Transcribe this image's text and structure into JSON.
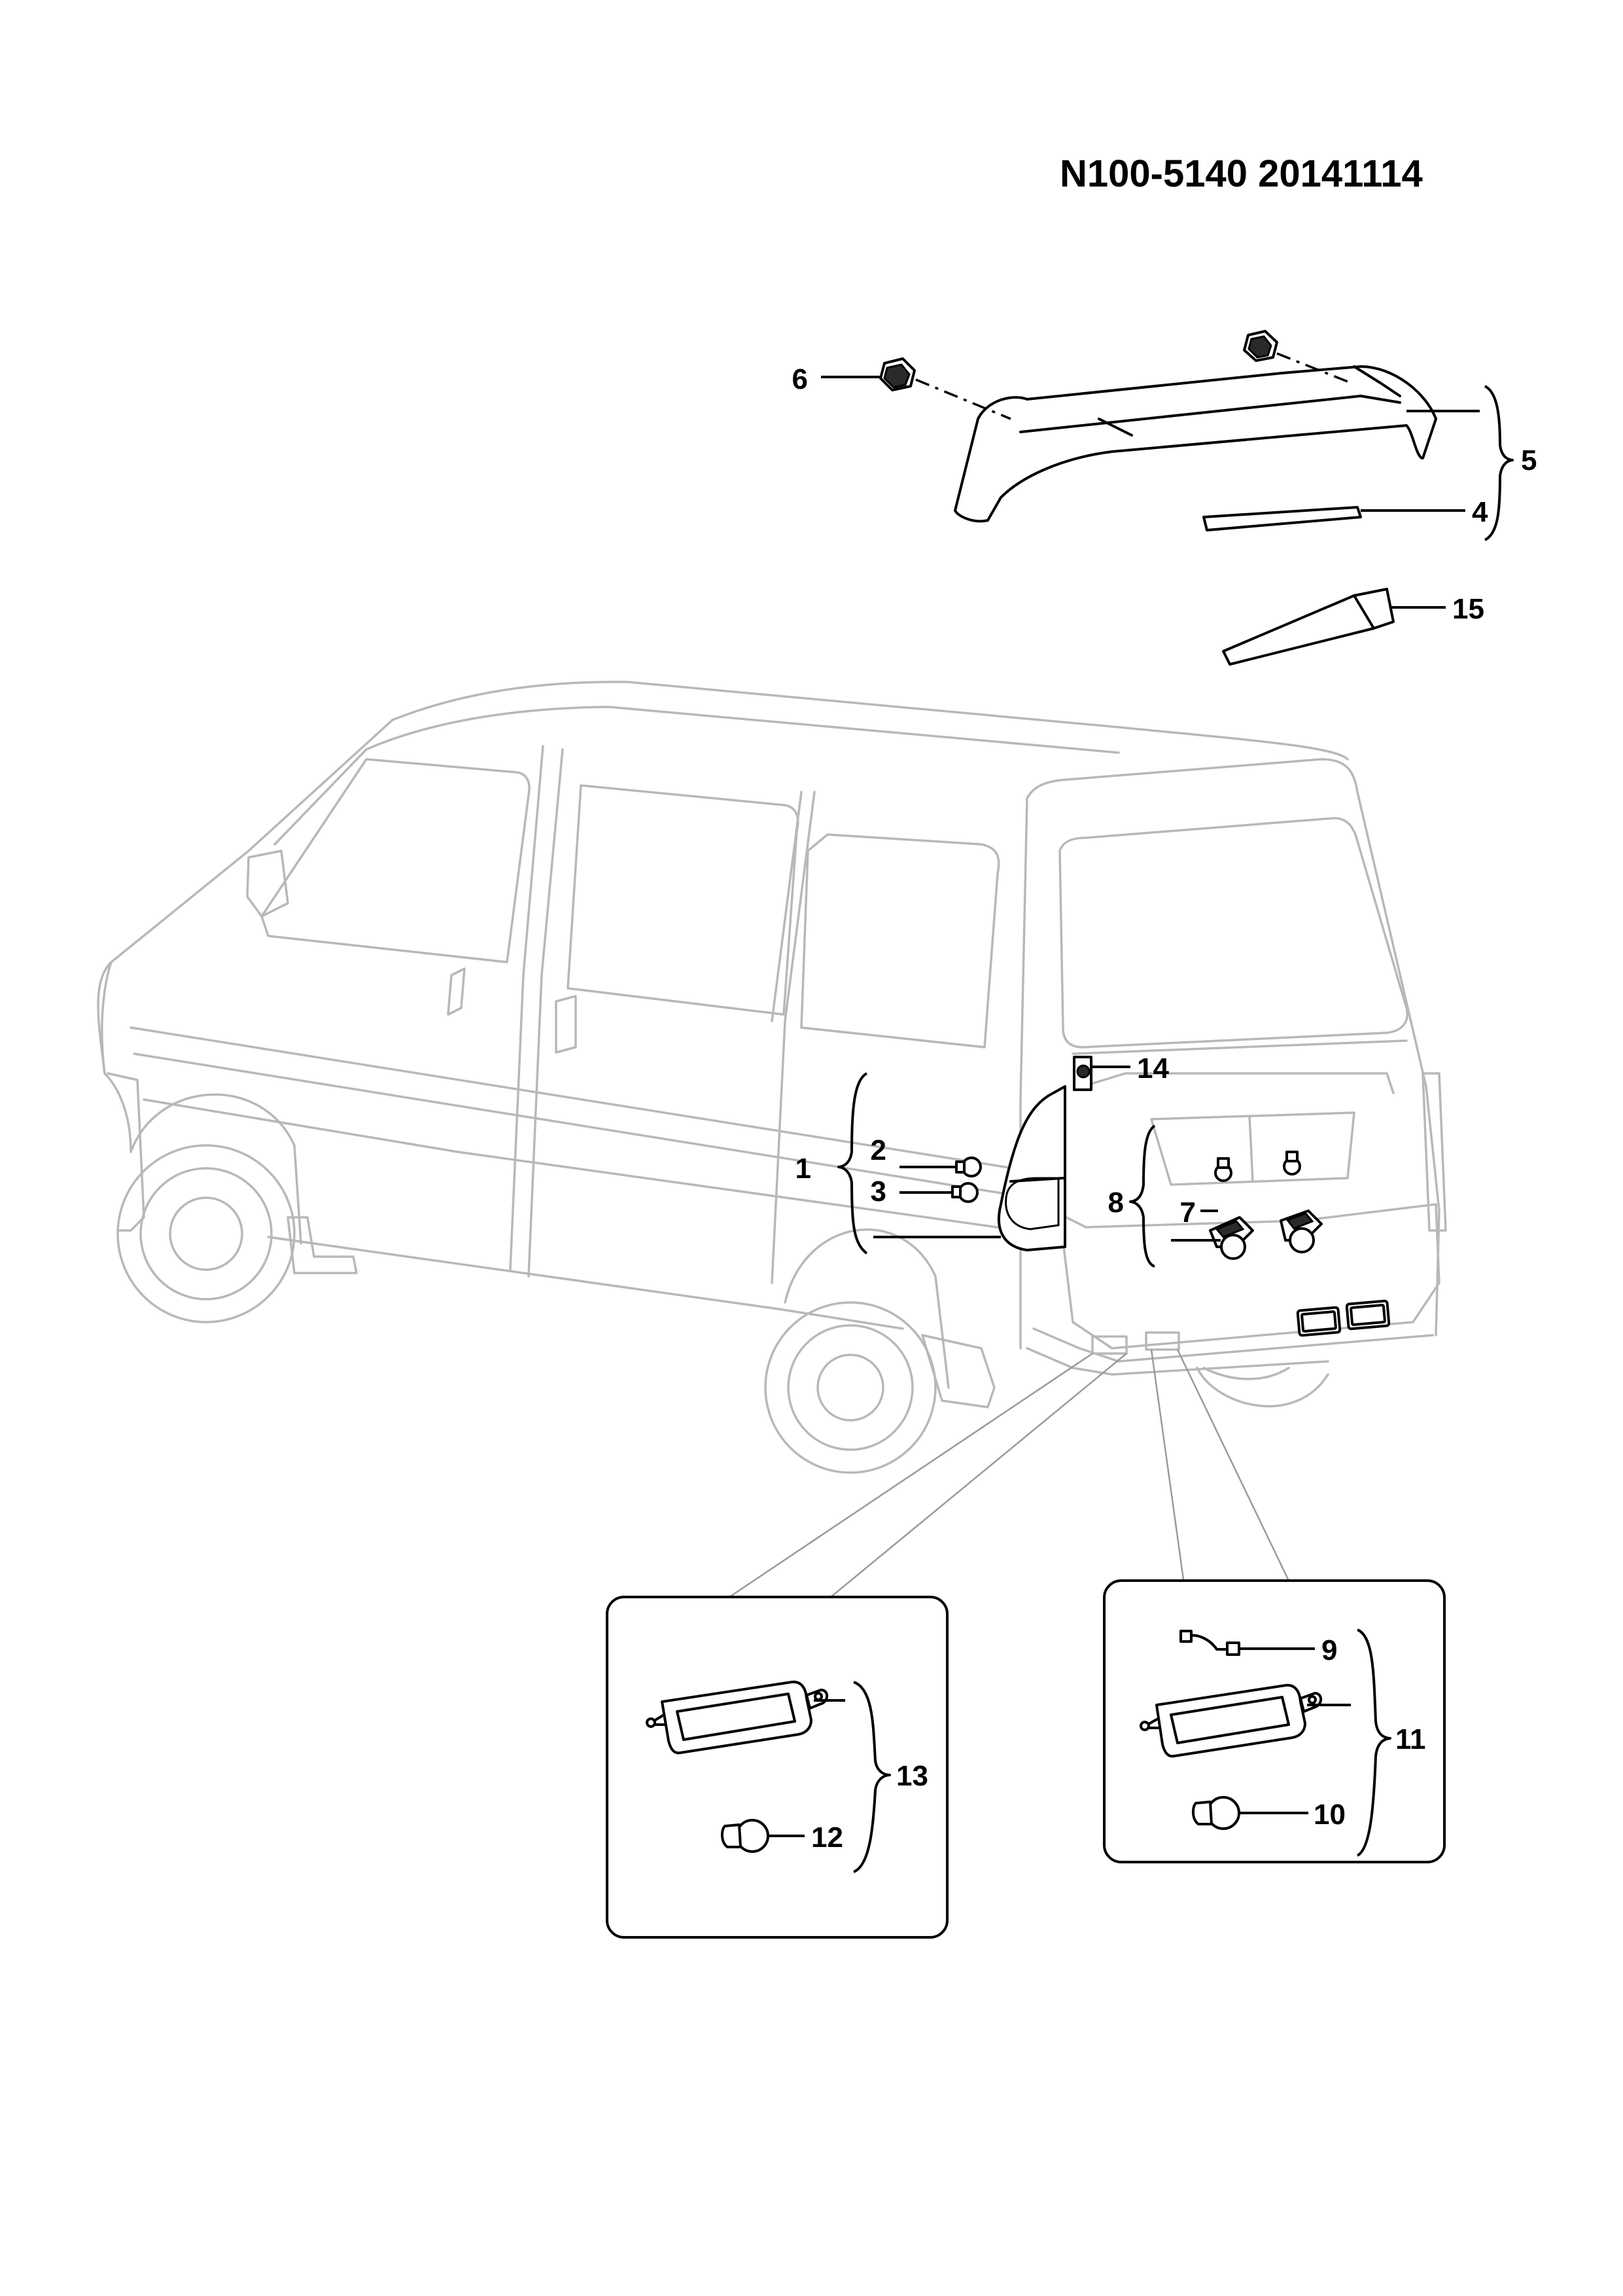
{
  "header": {
    "title": "N100-5140  20141114"
  },
  "callouts": {
    "c1": "1",
    "c2": "2",
    "c3": "3",
    "c4": "4",
    "c5": "5",
    "c6": "6",
    "c7": "7",
    "c8": "8",
    "c9": "9",
    "c10": "10",
    "c11": "11",
    "c12": "12",
    "c13": "13",
    "c14": "14",
    "c15": "15"
  }
}
